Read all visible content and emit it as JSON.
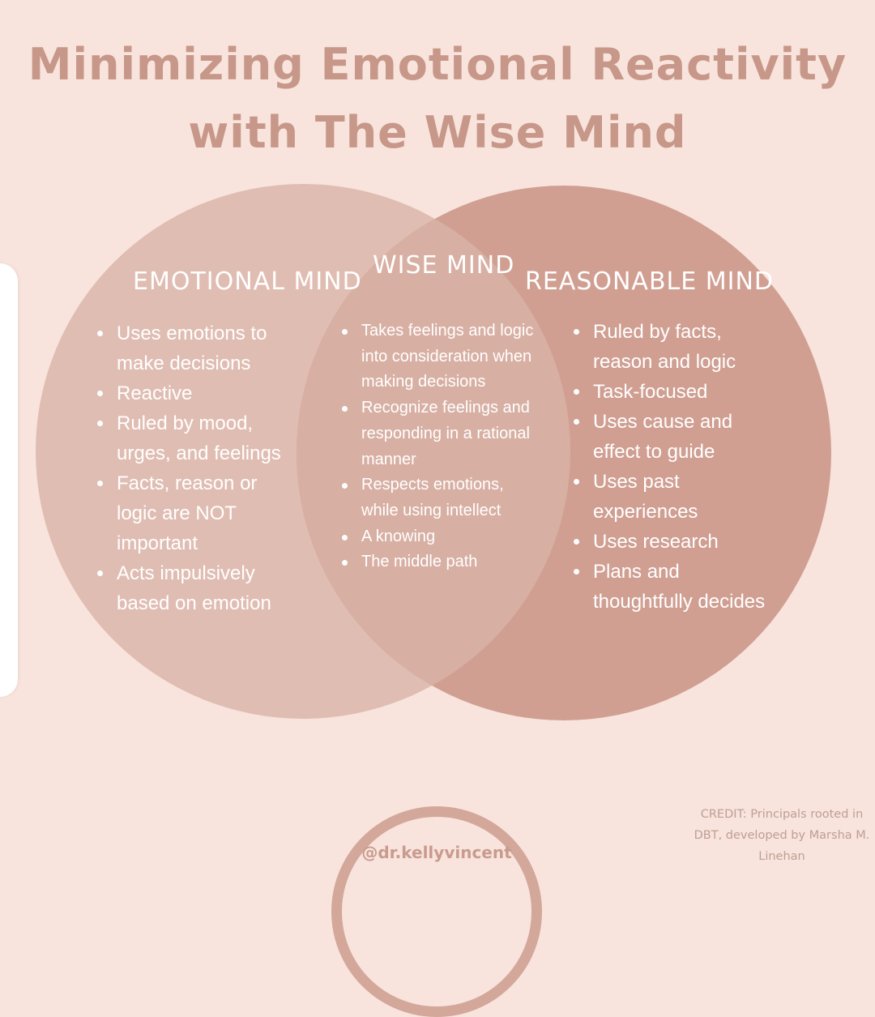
{
  "title": {
    "line1": "Minimizing Emotional Reactivity",
    "line2": "with The Wise Mind"
  },
  "diagram": {
    "emotional_mind": {
      "heading": "EMOTIONAL MIND",
      "items": [
        "Uses emotions to make decisions",
        "Reactive",
        "Ruled by mood, urges, and feelings",
        "Facts, reason or logic are NOT important",
        "Acts impulsively based on emotion"
      ]
    },
    "wise_mind": {
      "heading": "WISE MIND",
      "items": [
        "Takes feelings and logic into consideration when making decisions",
        "Recognize feelings and responding in a rational manner",
        "Respects emotions, while using intellect",
        "A knowing",
        "The middle path"
      ]
    },
    "reasonable_mind": {
      "heading": "REASONABLE MIND",
      "items": [
        "Ruled by facts, reason and logic",
        "Task-focused",
        "Uses cause and effect to guide",
        "Uses past experiences",
        "Uses research",
        "Plans and thoughtfully decides"
      ]
    }
  },
  "footer": {
    "handle": "@dr.kellyvincent",
    "credit": "CREDIT: Principals rooted in DBT, developed by Marsha M. Linehan"
  },
  "colors": {
    "background": "#f8e4dc",
    "emotional_circle": "#e0bdb2",
    "reasonable_circle": "#d09f92",
    "overlap": "#d8afa3",
    "title_text": "#c79789"
  }
}
